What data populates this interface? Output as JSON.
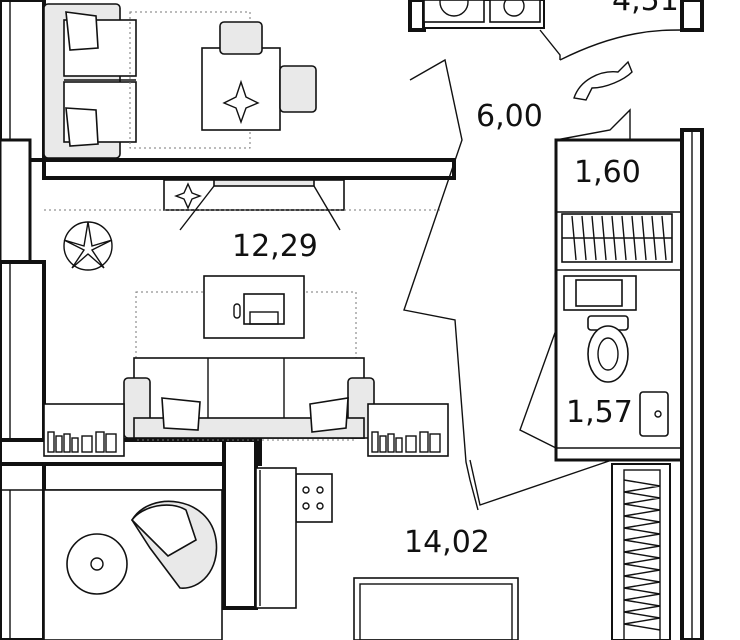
{
  "rooms": [
    {
      "id": "partial-top",
      "area": "4,51"
    },
    {
      "id": "hall",
      "area": "6,00"
    },
    {
      "id": "storage",
      "area": "1,60"
    },
    {
      "id": "living",
      "area": "12,29"
    },
    {
      "id": "bathroom",
      "area": "1,57"
    },
    {
      "id": "kitchen",
      "area": "14,02"
    }
  ]
}
